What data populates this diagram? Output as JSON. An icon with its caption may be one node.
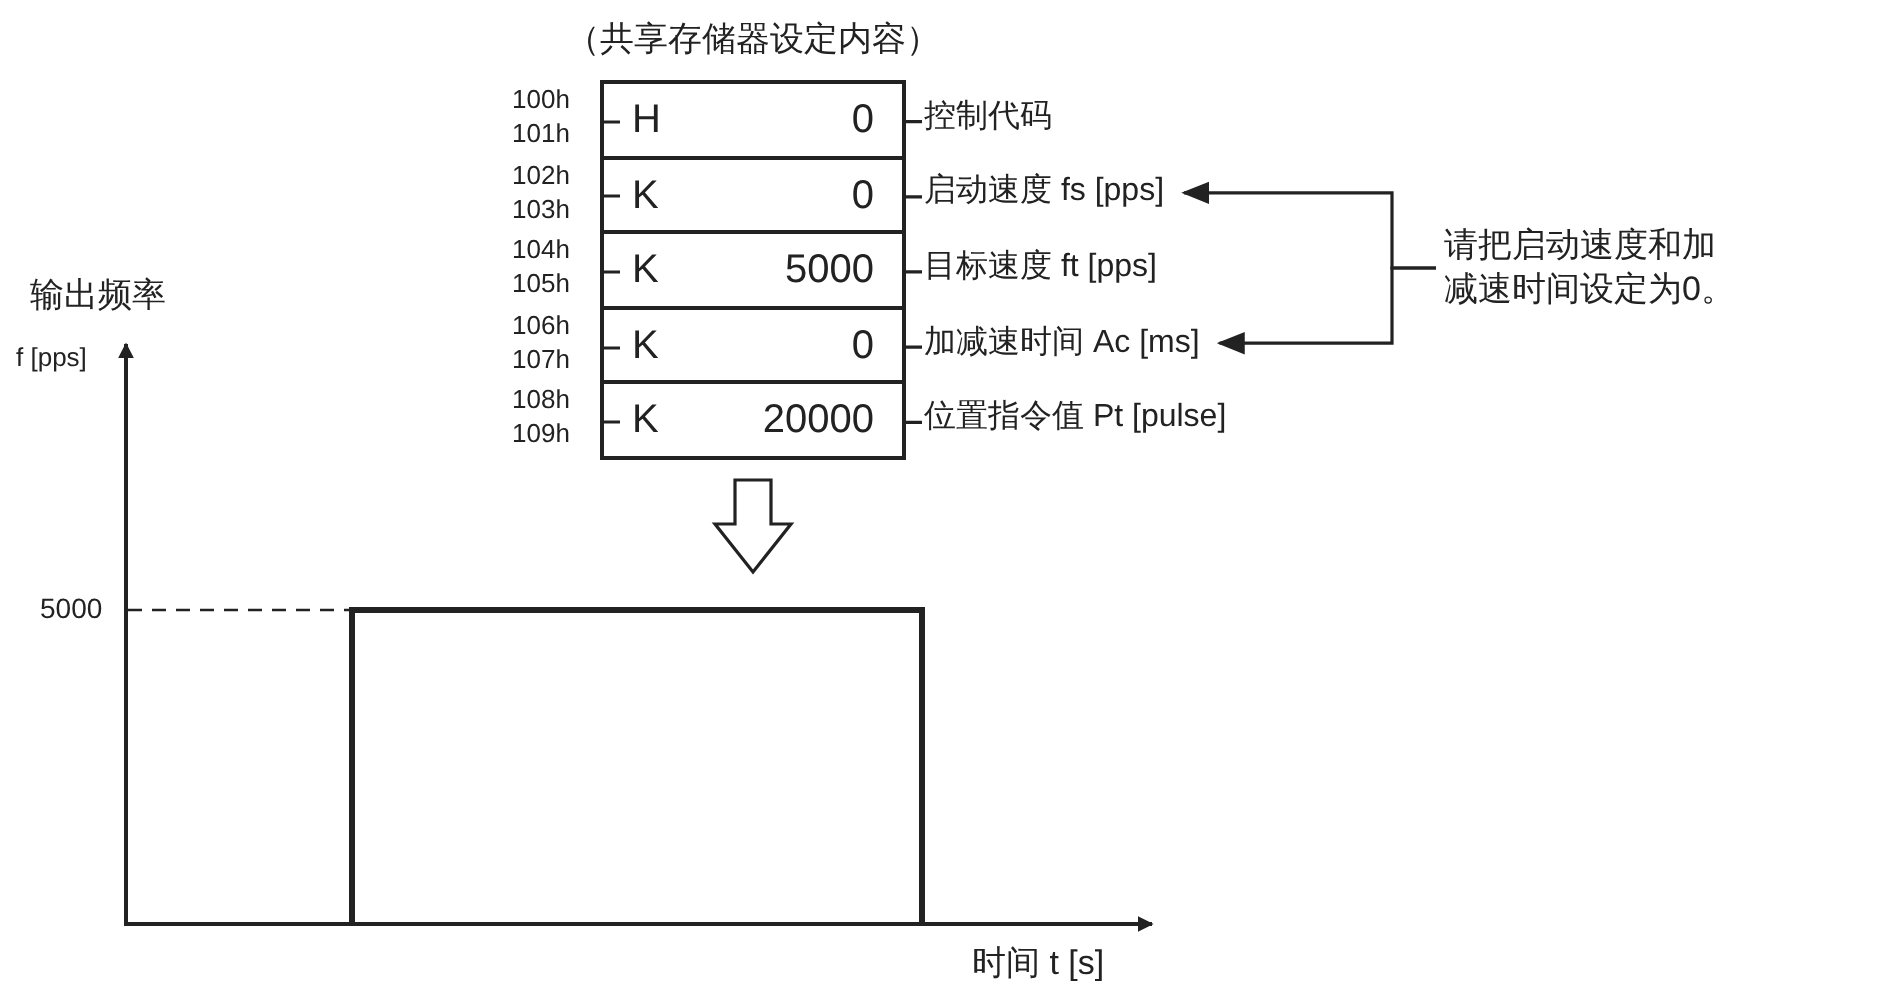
{
  "diagram": {
    "nodes": [
      {
        "text": [
          "（共享存储器设定内容）"
        ]
      },
      {
        "text": [
          "H",
          "0"
        ],
        "beside": [
          "100h",
          "101h"
        ],
        "in": 0
      },
      {
        "text": [
          "K",
          "0"
        ],
        "beside": [
          "102h",
          "103h"
        ],
        "in": 0
      },
      {
        "text": [
          "K",
          "5000"
        ],
        "beside": [
          "104h",
          "105h"
        ],
        "in": 0
      },
      {
        "text": [
          "K",
          "0"
        ],
        "beside": [
          "106h",
          "107h"
        ],
        "in": 0
      },
      {
        "text": [
          "K",
          "20000"
        ],
        "beside": [
          "108h",
          "109h"
        ],
        "in": 0
      },
      {
        "text": [
          "控制代码"
        ]
      },
      {
        "text": [
          "启动速度 fs [pps]"
        ]
      },
      {
        "text": [
          "目标速度 ft [pps]"
        ]
      },
      {
        "text": [
          "加减速时间 Ac [ms]"
        ]
      },
      {
        "text": [
          "位置指令值 Pt [pulse]"
        ]
      },
      {
        "text": [
          "请把启动速度和加减速时间设定为0。"
        ]
      }
    ],
    "edges": [
      {
        "from": 1,
        "to": 6,
        "arrow": "none"
      },
      {
        "from": 2,
        "to": 7,
        "arrow": "none"
      },
      {
        "from": 3,
        "to": 8,
        "arrow": "none"
      },
      {
        "from": 4,
        "to": 9,
        "arrow": "none"
      },
      {
        "from": 5,
        "to": 10,
        "arrow": "none"
      },
      {
        "from": 11,
        "to": 7,
        "arrow": "to"
      },
      {
        "from": 11,
        "to": 9,
        "arrow": "to"
      },
      {
        "from": 0,
        "to": null,
        "arrow": "to"
      }
    ],
    "labels": [
      "输出频率",
      "f [pps]",
      "5000",
      "时间 t [s]"
    ]
  }
}
